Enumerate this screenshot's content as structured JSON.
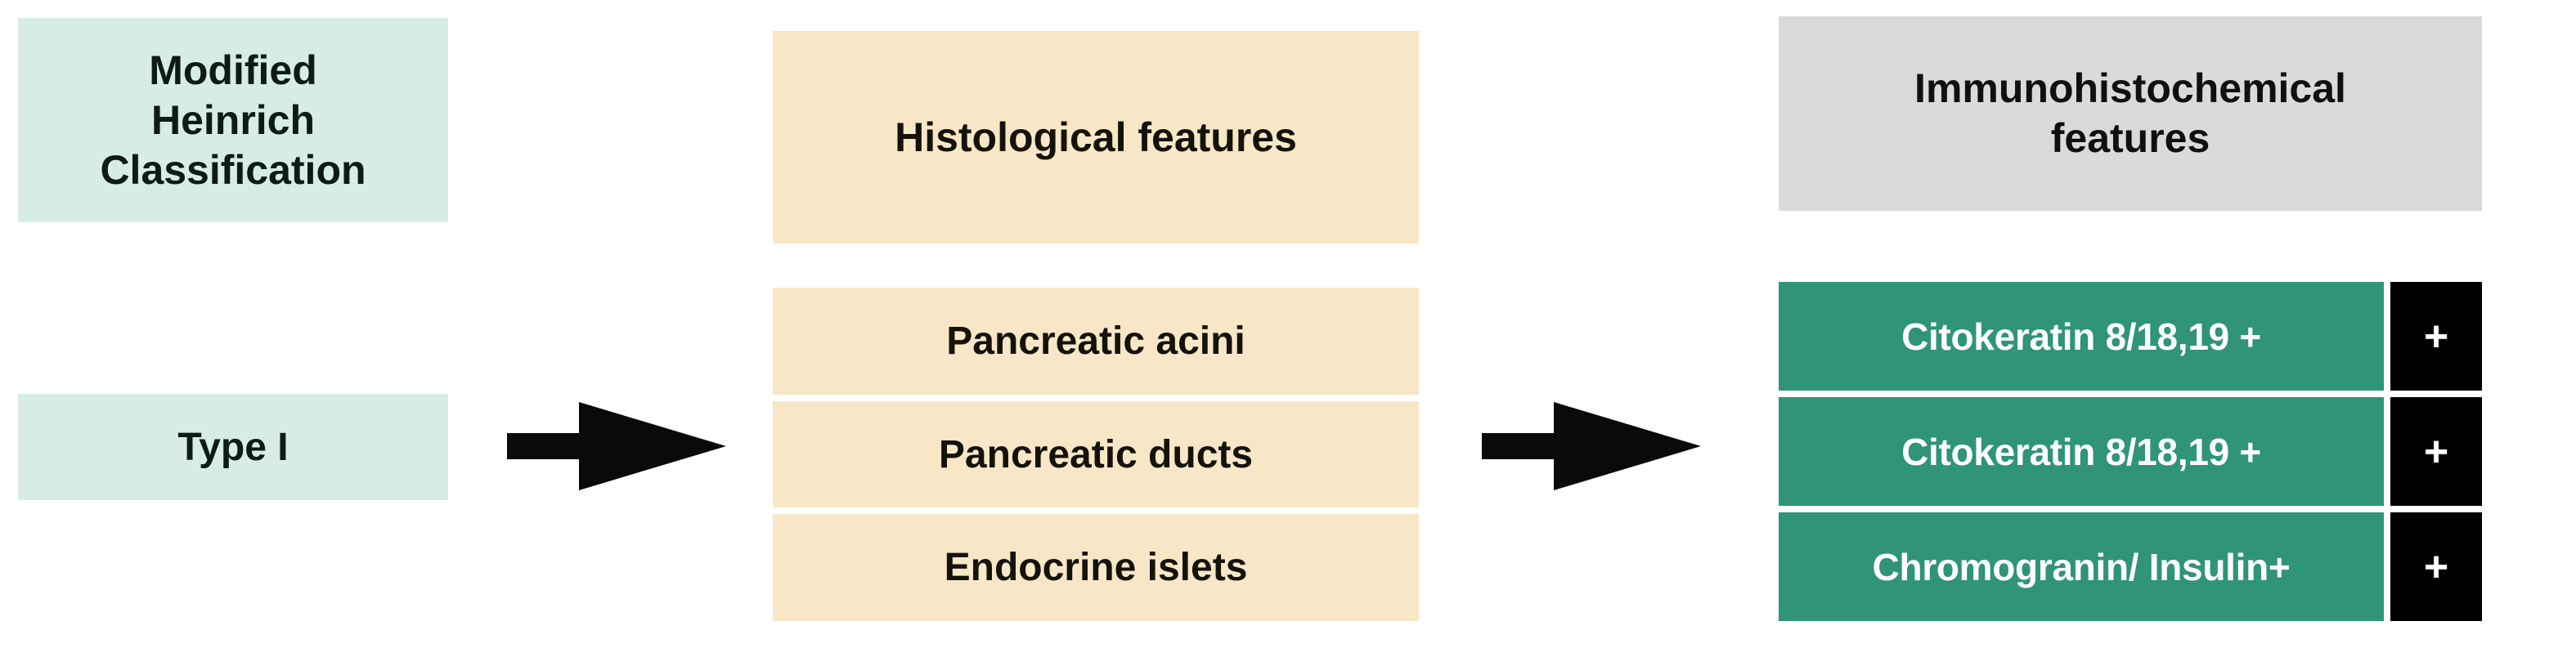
{
  "columns": {
    "classification": {
      "header": "Modified Heinrich Classification",
      "header_lines": [
        "Modified",
        "Heinrich",
        "Classification"
      ],
      "header_bg": "#d7ece7",
      "rows": [
        {
          "label": "Type I",
          "bg": "#d7ece7"
        }
      ]
    },
    "histological": {
      "header": "Histological features",
      "header_bg": "#f8e7c6",
      "rows": [
        {
          "label": "Pancreatic acini",
          "bg": "#f8e7c6"
        },
        {
          "label": "Pancreatic ducts",
          "bg": "#f8e7c6"
        },
        {
          "label": "Endocrine islets",
          "bg": "#f8e7c6"
        }
      ]
    },
    "immunohistochemical": {
      "header": "Immunohistochemical features",
      "header_lines": [
        "Immunohistochemical",
        "features"
      ],
      "header_bg": "#dadada",
      "rows": [
        {
          "label": "Citokeratin 8/18,19 +",
          "mark": "+",
          "bg": "#2f9478",
          "mark_bg": "#000000"
        },
        {
          "label": "Citokeratin 8/18,19 +",
          "mark": "+",
          "bg": "#2f9478",
          "mark_bg": "#000000"
        },
        {
          "label": "Chromogranin/ Insulin+",
          "mark": "+",
          "bg": "#2f9478",
          "mark_bg": "#000000"
        }
      ]
    }
  },
  "arrows": [
    {
      "name": "arrow-classification-to-histological",
      "direction": "right",
      "color": "#0a0a0a"
    },
    {
      "name": "arrow-histological-to-immunohistochemical",
      "direction": "right",
      "color": "#0a0a0a"
    }
  ]
}
